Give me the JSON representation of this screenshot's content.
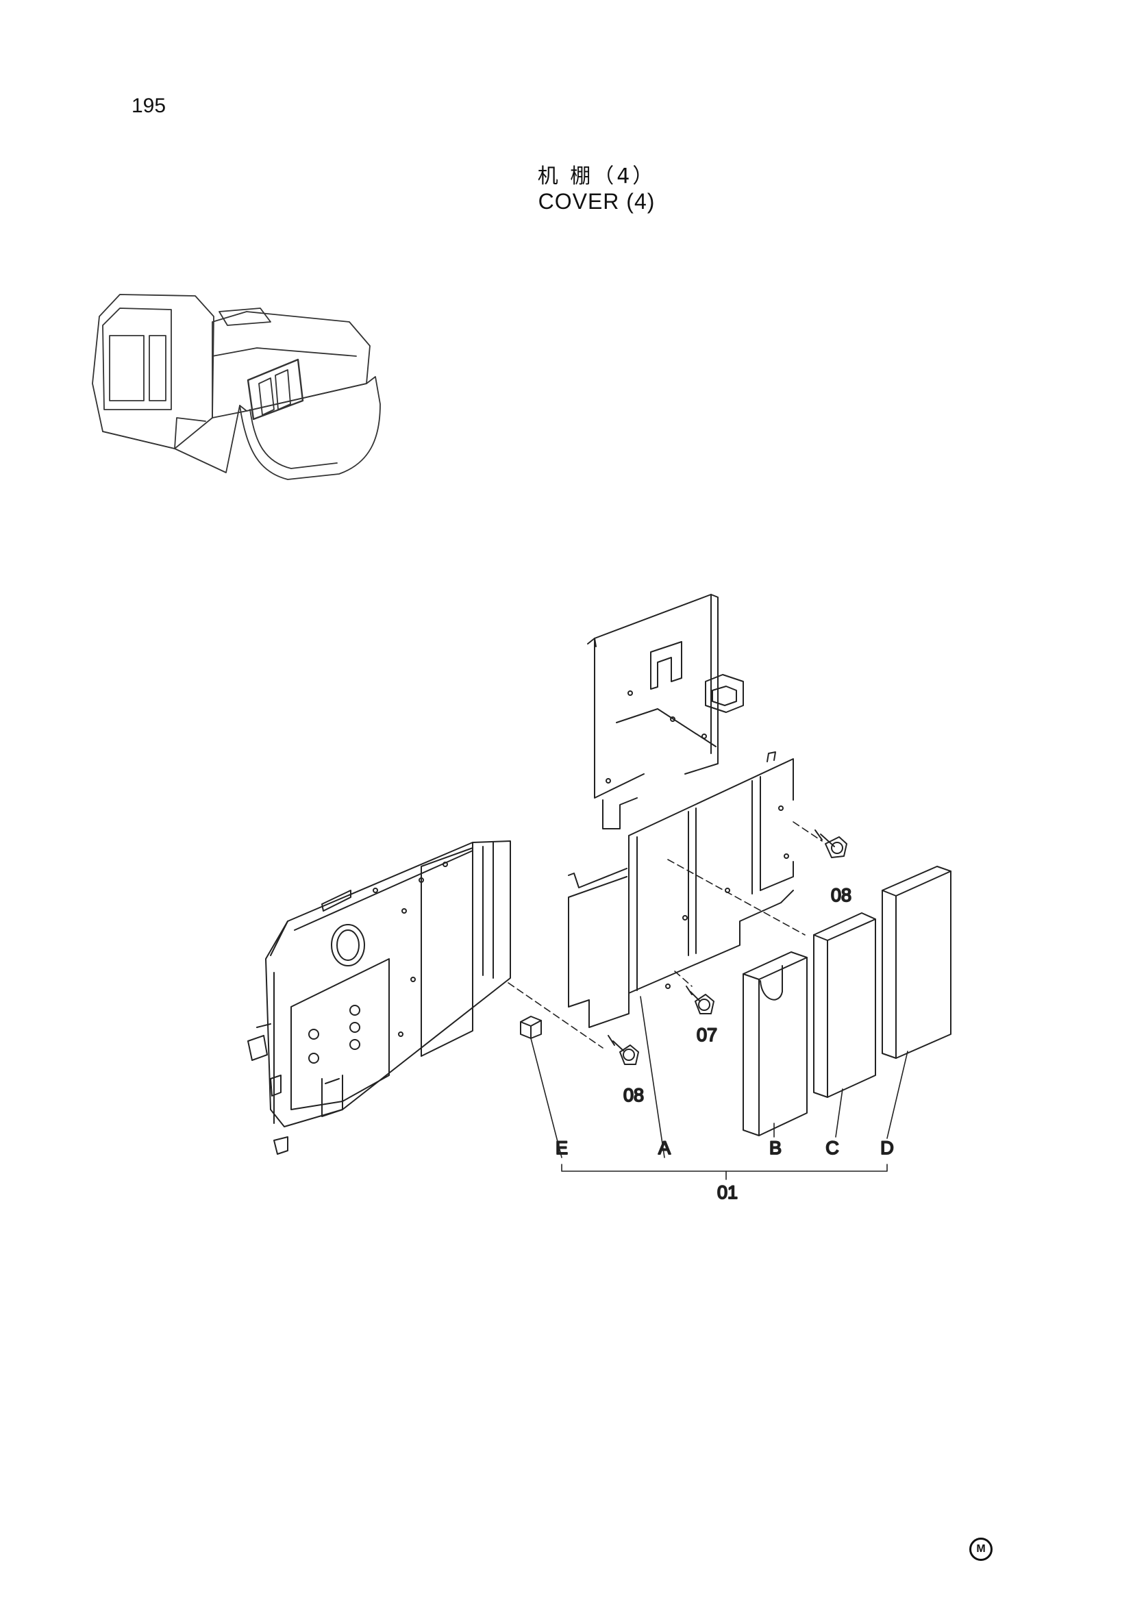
{
  "page_number": "195",
  "title_cn": "机 棚（4）",
  "title_en": "COVER (4)",
  "callouts": {
    "bolt_upper": "08",
    "bolt_lower": "08",
    "bolt_middle": "07",
    "part_a": "A",
    "part_b": "B",
    "part_c": "C",
    "part_d": "D",
    "part_e": "E",
    "assembly": "01"
  },
  "corner_mark": "M"
}
